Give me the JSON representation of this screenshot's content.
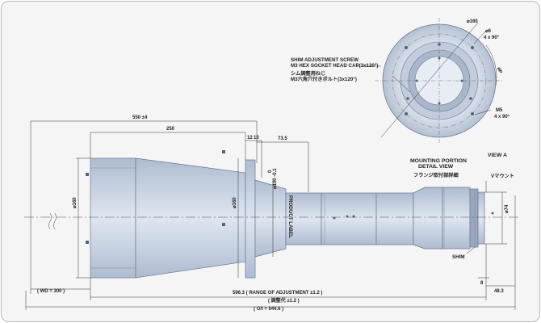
{
  "dims": {
    "overall_550": "550 ±4",
    "len_250": "250",
    "d12": "12",
    "d10": "10",
    "d73_5": "73.5",
    "d160_left": "⌀160",
    "d160_cone": "⌀160",
    "d100_h": "⌀100 -0.1",
    "d100_h_top": "0",
    "d74": "⌀74",
    "d8": "8",
    "wd": "( WD = 300 )",
    "adj_en": "596.3 ( RANGE OF ADJUSTMENT ±1.2 )",
    "adj_jp": "( 調整代 ±1.2 )",
    "oi": "( O/I = 944.6 )",
    "d48_3": "48.3",
    "flange_160": "⌀160",
    "flange_6": "⌀6",
    "flange_4x90a": "4 x 90°",
    "flange_pcd": "⌀P",
    "flange_m5": "M5",
    "flange_4x90b": "4 x 90°"
  },
  "labels": {
    "product_label": "PRODUCT LABEL",
    "shim_adj_en_1": "SHIM ADJUSTMENT SCREW",
    "shim_adj_en_2": "M3 HEX SOCKET HEAD CAP(3x120°)",
    "shim_adj_jp_1": "シム調整用ねじ",
    "shim_adj_jp_2": "M3六角穴付きボルト(3x120°)",
    "mounting_1": "MOUNTING PORTION",
    "mounting_2": "DETAIL VIEW",
    "mounting_jp": "フランジ取付部詳細",
    "view_a": "VIEW A",
    "v_mount": "Vマウント",
    "shim": "SHIM"
  }
}
